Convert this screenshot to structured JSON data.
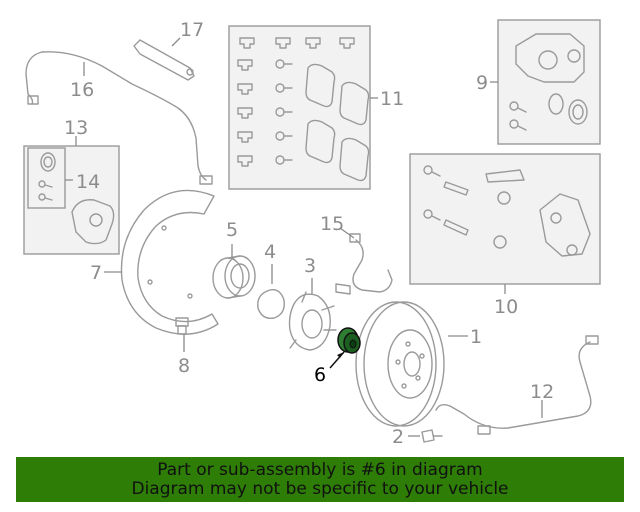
{
  "callouts": {
    "c1": "1",
    "c2": "2",
    "c3": "3",
    "c4": "4",
    "c5": "5",
    "c6": "6",
    "c7": "7",
    "c8": "8",
    "c9": "9",
    "c10": "10",
    "c11": "11",
    "c12": "12",
    "c13": "13",
    "c14": "14",
    "c15": "15",
    "c16": "16",
    "c17": "17"
  },
  "highlight": {
    "part_number": "6",
    "color": "#2e7d32"
  },
  "banner": {
    "line1": "Part or sub-assembly is #6 in diagram",
    "line2": "Diagram may not be specific to your vehicle",
    "background": "#2d7d07"
  }
}
